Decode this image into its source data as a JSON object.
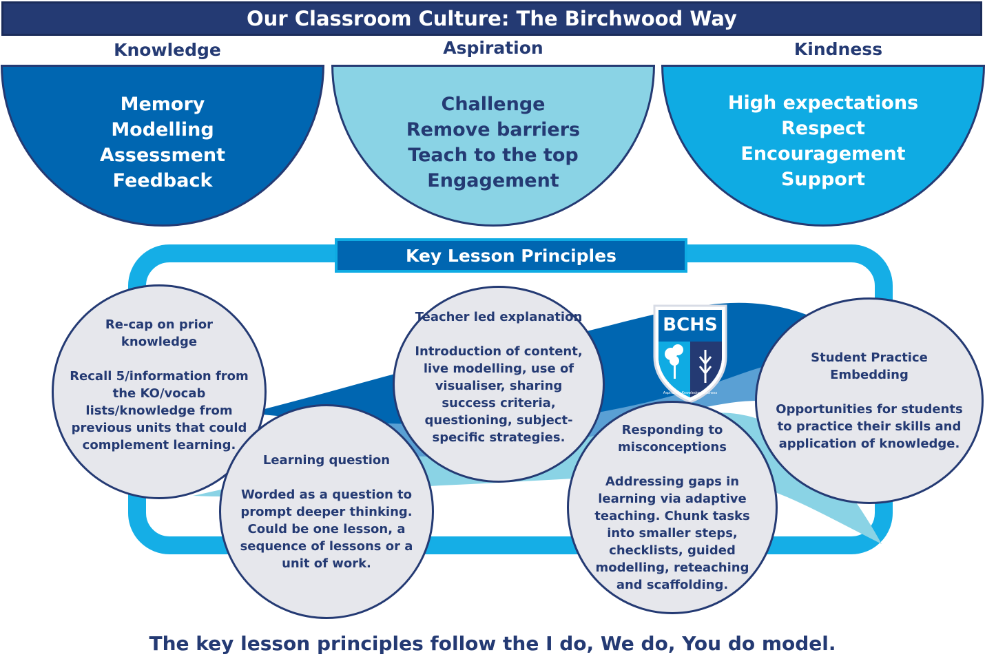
{
  "title": "Our Classroom Culture: The Birchwood Way",
  "values": [
    {
      "heading": "Knowledge",
      "items": [
        "Memory",
        "Modelling",
        "Assessment",
        "Feedback"
      ]
    },
    {
      "heading": "Aspiration",
      "items": [
        "Challenge",
        "Remove barriers",
        "Teach to the top",
        "Engagement"
      ]
    },
    {
      "heading": "Kindness",
      "items": [
        "High expectations",
        "Respect",
        "Encouragement",
        "Support"
      ]
    }
  ],
  "principles_title": "Key Lesson Principles",
  "principles": [
    {
      "heading": "Re-cap on prior knowledge",
      "body": "Recall 5/information from the KO/vocab lists/knowledge from previous units that could complement learning."
    },
    {
      "heading": "Learning question",
      "body": "Worded as a question to prompt deeper thinking. Could be one lesson, a sequence of lessons or a unit of work."
    },
    {
      "heading": "Teacher led explanation",
      "body": "Introduction of content, live modelling, use of visualiser, sharing success criteria, questioning, subject-specific strategies."
    },
    {
      "heading": "Responding to misconceptions",
      "body": "Addressing gaps in learning via adaptive teaching. Chunk tasks into smaller steps, checklists, guided modelling, reteaching and scaffolding."
    },
    {
      "heading": "Student Practice Embedding",
      "body": "Opportunities for students to practice their skills and application of knowledge."
    }
  ],
  "crest": {
    "letters": "BCHS",
    "motto": "Aspiration Knowledge Kindness"
  },
  "footer": "The key lesson principles follow the I do, We do, You do model.",
  "colors": {
    "navy": "#243a73",
    "blue": "#0066b1",
    "light_blue": "#8ad3e5",
    "sky_blue": "#0fabe3"
  }
}
